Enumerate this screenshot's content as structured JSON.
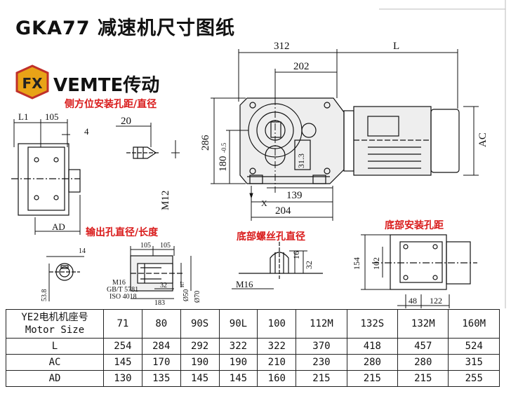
{
  "title": "GKA77 减速机尺寸图纸",
  "brand": {
    "logo_text": "FX",
    "name": "VEMTE传动"
  },
  "captions": {
    "side_holes": "侧方位安装孔距/直径",
    "output_bore": "输出孔直径/长度",
    "base_thread": "底部螺丝孔直径",
    "base_holes": "底部安装孔距"
  },
  "dimensions": {
    "d312": "312",
    "dL": "L",
    "d202": "202",
    "d286": "286",
    "d180": "180",
    "d180_tol": "-0.5",
    "dAC": "AC",
    "d139": "139",
    "d204": "204",
    "dX": "X",
    "d31_3": "31.3",
    "dL1": "L1",
    "d105a": "105",
    "d4": "4",
    "d20": "20",
    "dM12": "M12",
    "dAD": "AD",
    "d14": "14",
    "d53_8": "53.8",
    "d105b": "105",
    "d105c": "105",
    "dM16a": "M16",
    "dGB": "GB/T 5781",
    "dISO": "ISO 4018",
    "d32a": "32",
    "d183": "183",
    "d50": "Ø50",
    "d50_tol": "H7",
    "d70": "Ø70",
    "d16": "16",
    "d32b": "32",
    "dM16b": "M16",
    "d154": "154",
    "d102": "102",
    "d48": "48",
    "d122": "122"
  },
  "table": {
    "header_cn": "YE2电机机座号",
    "header_en": "Motor Size",
    "motor_sizes": [
      "71",
      "80",
      "90S",
      "90L",
      "100",
      "112M",
      "132S",
      "132M",
      "160M"
    ],
    "rows": [
      {
        "label": "L",
        "values": [
          "254",
          "284",
          "292",
          "322",
          "322",
          "370",
          "418",
          "457",
          "524"
        ]
      },
      {
        "label": "AC",
        "values": [
          "145",
          "170",
          "190",
          "190",
          "210",
          "230",
          "280",
          "280",
          "315"
        ]
      },
      {
        "label": "AD",
        "values": [
          "130",
          "135",
          "145",
          "145",
          "160",
          "215",
          "215",
          "215",
          "255"
        ]
      }
    ]
  },
  "colors": {
    "caption": "#d91a1a",
    "logo_bg": "#e8a317",
    "logo_border": "#c0302a",
    "line": "#111111"
  }
}
